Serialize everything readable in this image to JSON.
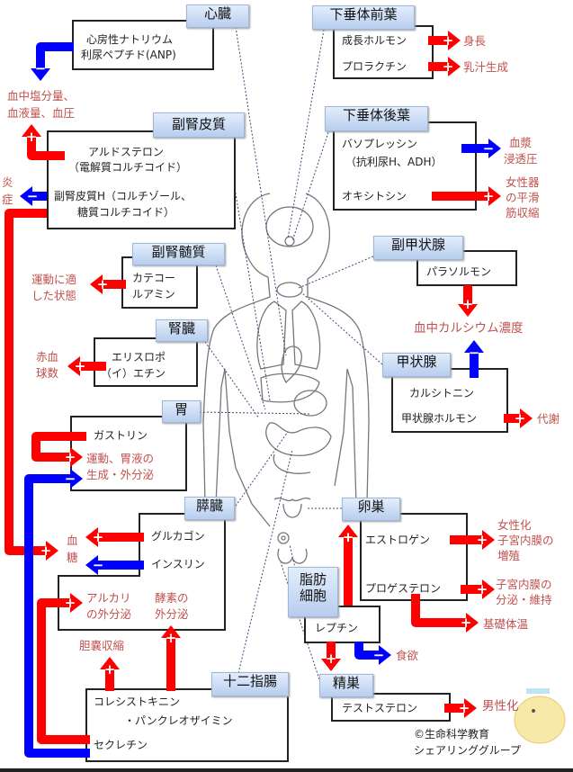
{
  "symbols": {
    "plus": "+",
    "minus": "−"
  },
  "colors": {
    "stimulate": "#ff0000",
    "inhibit": "#0000ff",
    "effect_text": "#c0504d",
    "label_bg": "#c6d9f1"
  },
  "heart": {
    "label": "心臓",
    "hormone": [
      "心房性ナトリウム",
      "利尿ペプチド(ANP)"
    ]
  },
  "blood_salt": [
    "血中塩分量、",
    "血液量、血圧"
  ],
  "adrenal_cortex": {
    "label": "副腎皮質",
    "aldosterone": [
      "アルドステロン",
      "（電解質コルチコイド）"
    ],
    "cortisol": [
      "副腎皮質H（コルチゾール、",
      "糖質コルチコイド）"
    ]
  },
  "inflammation": [
    "炎",
    "症"
  ],
  "adrenal_medulla": {
    "label": "副腎髄質",
    "hormone": [
      "カテコー",
      "ルアミン"
    ],
    "effect": [
      "運動に適",
      "した状態"
    ]
  },
  "kidney": {
    "label": "腎臓",
    "hormone": [
      "エリスロポ",
      "（イ）エチン"
    ],
    "effect": [
      "赤血",
      "球数"
    ]
  },
  "stomach": {
    "label": "胃",
    "hormone": "ガストリン",
    "effect": [
      "運動、胃液の",
      "生成・外分泌"
    ]
  },
  "pancreas": {
    "label": "膵臓",
    "glucagon": "グルカゴン",
    "insulin": "インスリン",
    "blood_sugar": [
      "血",
      "糖"
    ],
    "alkali": [
      "アルカリ",
      "の外分泌"
    ],
    "enzyme": [
      "酵素の",
      "外分泌"
    ]
  },
  "gallbladder": "胆嚢収縮",
  "duodenum": {
    "label": "十二指腸",
    "cck": [
      "コレシストキニン",
      "・パンクレオザイミン"
    ],
    "secretin": "セクレチン"
  },
  "anterior_pituitary": {
    "label": "下垂体前葉",
    "gh": "成長ホルモン",
    "prl": "プロラクチン",
    "gh_effect": "身長",
    "prl_effect": "乳汁生成"
  },
  "posterior_pituitary": {
    "label": "下垂体後葉",
    "vasopressin": [
      "バソプレッシン",
      "（抗利尿H、ADH）"
    ],
    "oxytocin": "オキシトシン",
    "vaso_effect": [
      "血漿",
      "浸透圧"
    ],
    "oxy_effect": [
      "女性器",
      "の平滑",
      "筋収縮"
    ]
  },
  "parathyroid": {
    "label": "副甲状腺",
    "hormone": "パラソルモン"
  },
  "blood_calcium": "血中カルシウム濃度",
  "thyroid": {
    "label": "甲状腺",
    "calcitonin": "カルシトニン",
    "thyroid_hormone": "甲状腺ホルモン",
    "effect": "代謝"
  },
  "ovary": {
    "label": "卵巣",
    "estrogen": "エストロゲン",
    "progesterone": "プロゲステロン",
    "estrogen_effect": [
      "女性化",
      "子宮内膜の",
      "増殖"
    ],
    "progesterone_effect": [
      "子宮内膜の",
      "分泌・維持"
    ],
    "temp": "基礎体温"
  },
  "adipocyte": {
    "label": [
      "脂肪",
      "細胞"
    ],
    "hormone": "レプチン",
    "appetite": "食欲"
  },
  "testis": {
    "label": "精巣",
    "hormone": "テストステロン",
    "effect": "男性化"
  },
  "copyright": [
    "©生命科学教育",
    "シェアリンググループ"
  ]
}
